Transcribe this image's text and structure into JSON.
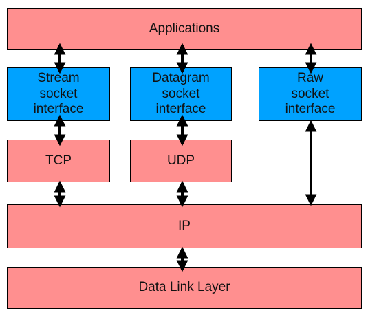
{
  "colors": {
    "protocol_box": "#ff8f8f",
    "socket_box": "#00a2ff",
    "outline": "#000000",
    "arrow": "#000000"
  },
  "layers": {
    "applications": "Applications",
    "stream_socket": [
      "Stream",
      "socket",
      "interface"
    ],
    "datagram_socket": [
      "Datagram",
      "socket",
      "interface"
    ],
    "raw_socket": [
      "Raw",
      "socket",
      "interface"
    ],
    "tcp": "TCP",
    "udp": "UDP",
    "ip": "IP",
    "data_link": "Data Link Layer"
  }
}
